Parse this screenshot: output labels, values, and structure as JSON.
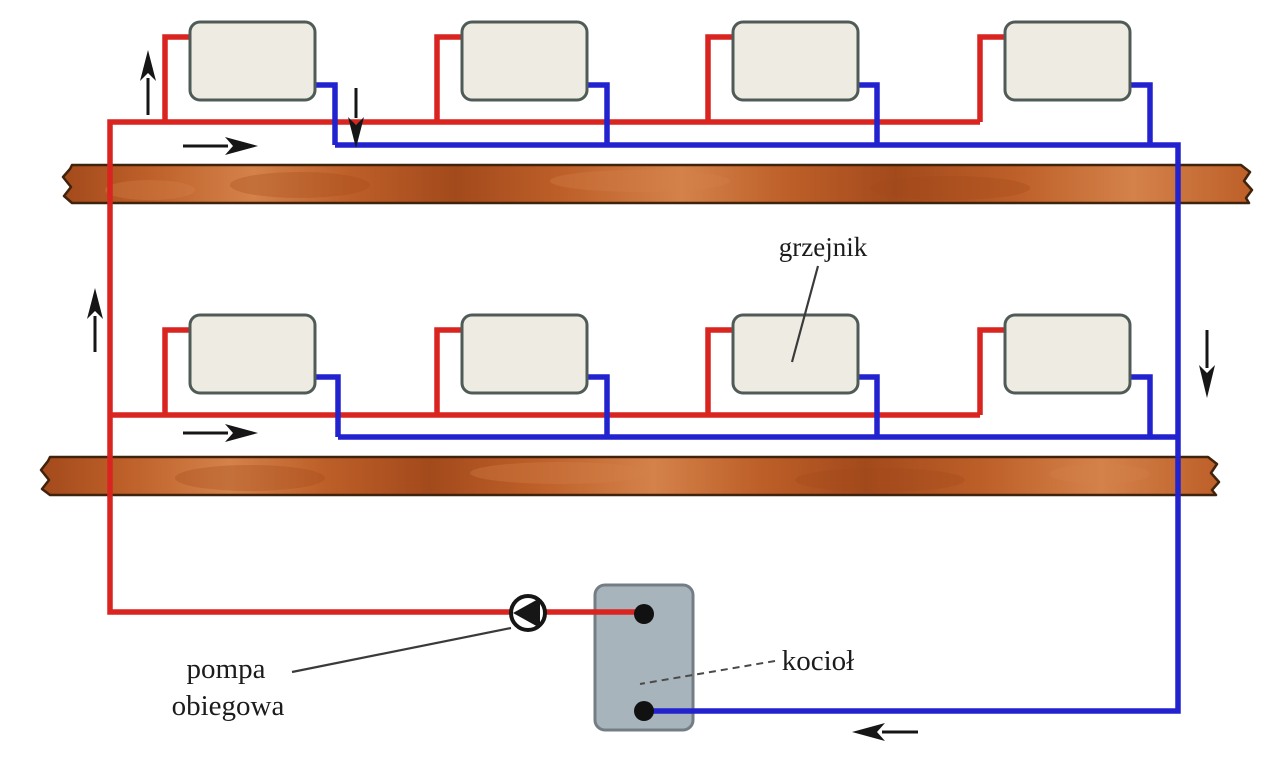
{
  "diagram": {
    "type": "hydronic-heating-system-schematic",
    "floors": 2,
    "radiators_per_floor": 4,
    "radiator_total": 8,
    "flow_arrows": 7,
    "components": [
      "radiators",
      "circulation pump",
      "boiler",
      "supply pipe",
      "return pipe",
      "floor beams"
    ]
  },
  "labels": {
    "radiator": "grzejnik",
    "pump_line1": "pompa",
    "pump_line2": "obiegowa",
    "boiler": "kocioł"
  },
  "colors": {
    "supply_pipe": "#d92420",
    "return_pipe": "#2222cf",
    "beam_wood": "#bd5f28",
    "beam_wood_dark": "#a34a1c",
    "beam_wood_light": "#d4824a",
    "beam_outline": "#40230c",
    "radiator_fill": "#eeece2",
    "radiator_border": "#4f5b57",
    "boiler_fill": "#a8b4bc",
    "boiler_border": "#737e84",
    "port_black": "#111111",
    "arrow_black": "#161616",
    "label_text": "#1c1c1c",
    "background": "#ffffff"
  }
}
